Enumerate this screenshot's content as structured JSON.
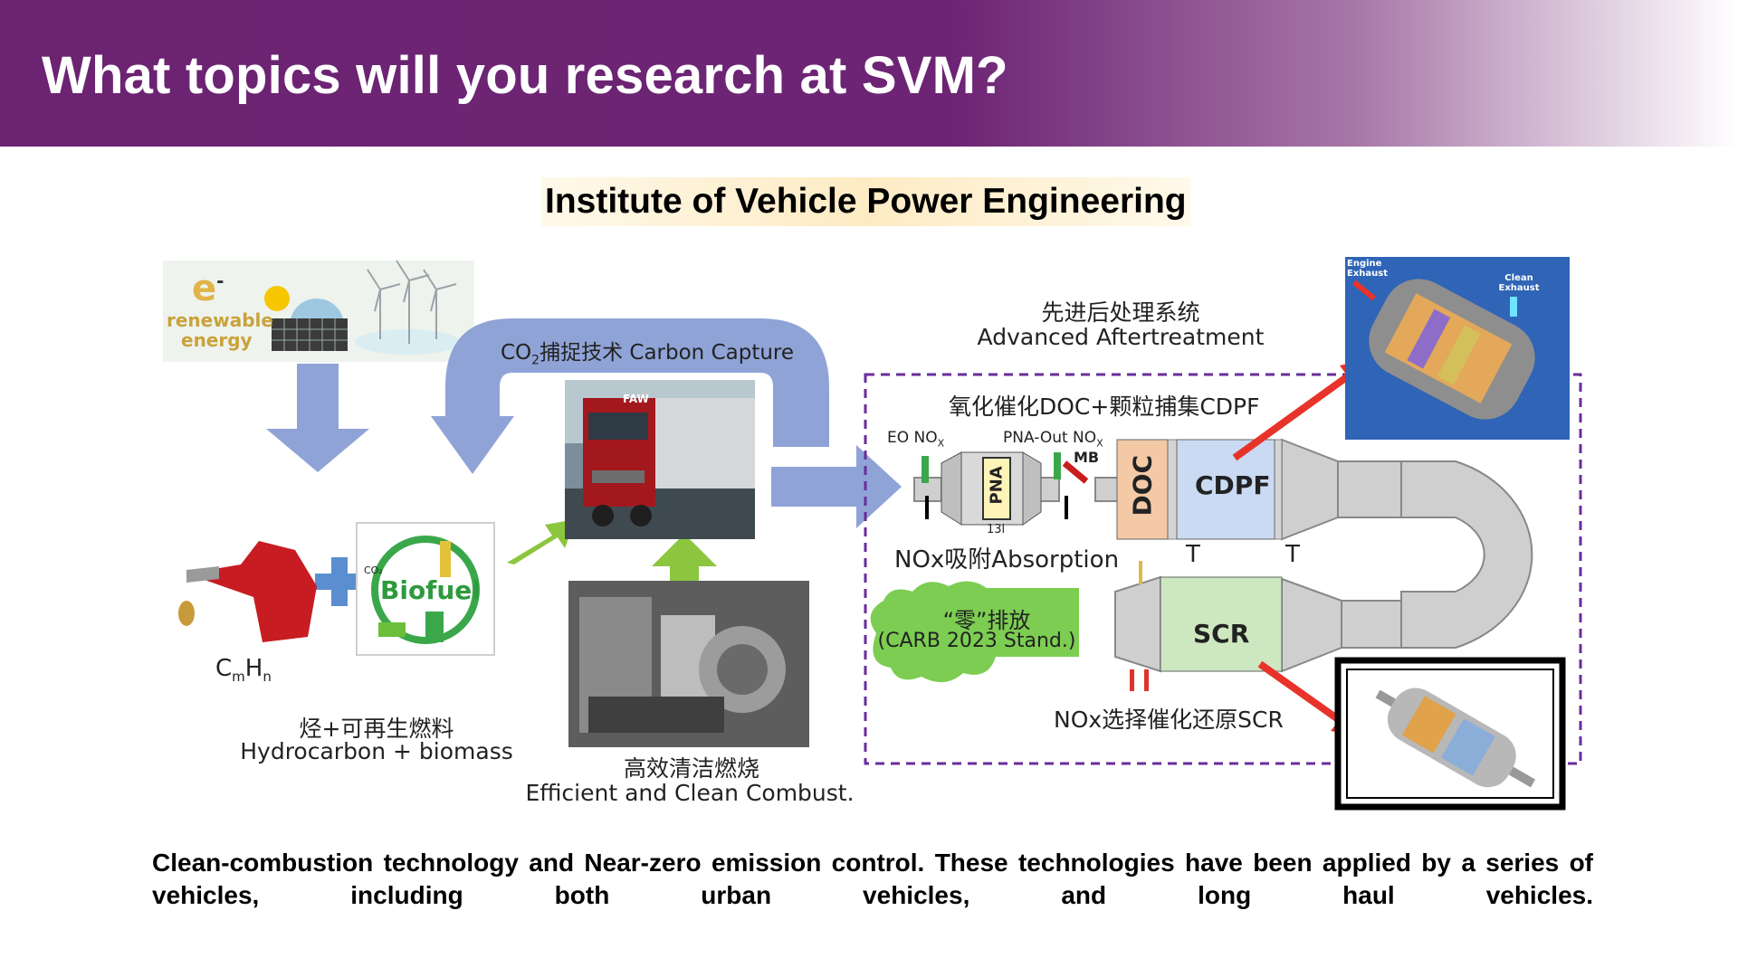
{
  "slide": {
    "title": "What topics will you research at SVM?",
    "subtitle": "Institute of Vehicle Power Engineering",
    "caption": "Clean-combustion technology and Near-zero emission control. These technologies have been applied by a series of vehicles, including both urban vehicles, and long haul vehicles."
  },
  "diagram": {
    "renewable": {
      "e_label": "e",
      "line1": "renewable",
      "line2": "energy"
    },
    "carbon_capture": {
      "co2": "CO",
      "co2_sub": "2",
      "label": "捕捉技术 Carbon Capture"
    },
    "fuel": {
      "formula_c": "C",
      "formula_m": "m",
      "formula_h": "H",
      "formula_n": "n",
      "biofuel_label": "Biofuel",
      "co2_small": "CO₂",
      "cn_label": "烃+可再生燃料",
      "en_label": "Hydrocarbon + biomass"
    },
    "combustion": {
      "cn_label": "高效清洁燃烧",
      "en_label": "Efficient and Clean Combust."
    },
    "truck": {
      "brand": "FAW"
    },
    "aftertreatment": {
      "cn_title": "先进后处理系统",
      "en_title": "Advanced Aftertreatment",
      "doc_cdpf_title": "氧化催化DOC+颗粒捕集CDPF",
      "eo_nox": "EO NO",
      "eo_nox_sub": "X",
      "pna_out_nox": "PNA-Out NO",
      "pna_out_sub": "X",
      "mb": "MB",
      "pna": "PNA",
      "pna_vol": "13l",
      "doc": "DOC",
      "cdpf": "CDPF",
      "t1": "T",
      "t2": "T",
      "nox_absorption": "NOx吸附Absorption",
      "zero_emission_cn": "“零”排放",
      "zero_emission_en": "(CARB 2023 Stand.)",
      "scr": "SCR",
      "scr_label": "NOx选择催化还原SCR"
    },
    "inset_top": {
      "engine_exhaust": "Engine Exhaust",
      "clean_exhaust": "Clean Exhaust"
    },
    "colors": {
      "arrow_blue": "#8fa3d6",
      "green_arrow": "#8cc63f",
      "purple_dash": "#6a2d9c",
      "doc_fill": "#f3c9a6",
      "cdpf_fill": "#c9daf2",
      "scr_fill": "#cde7c0",
      "cloud_green": "#7ccd52",
      "red_arrow": "#e8332a"
    }
  }
}
